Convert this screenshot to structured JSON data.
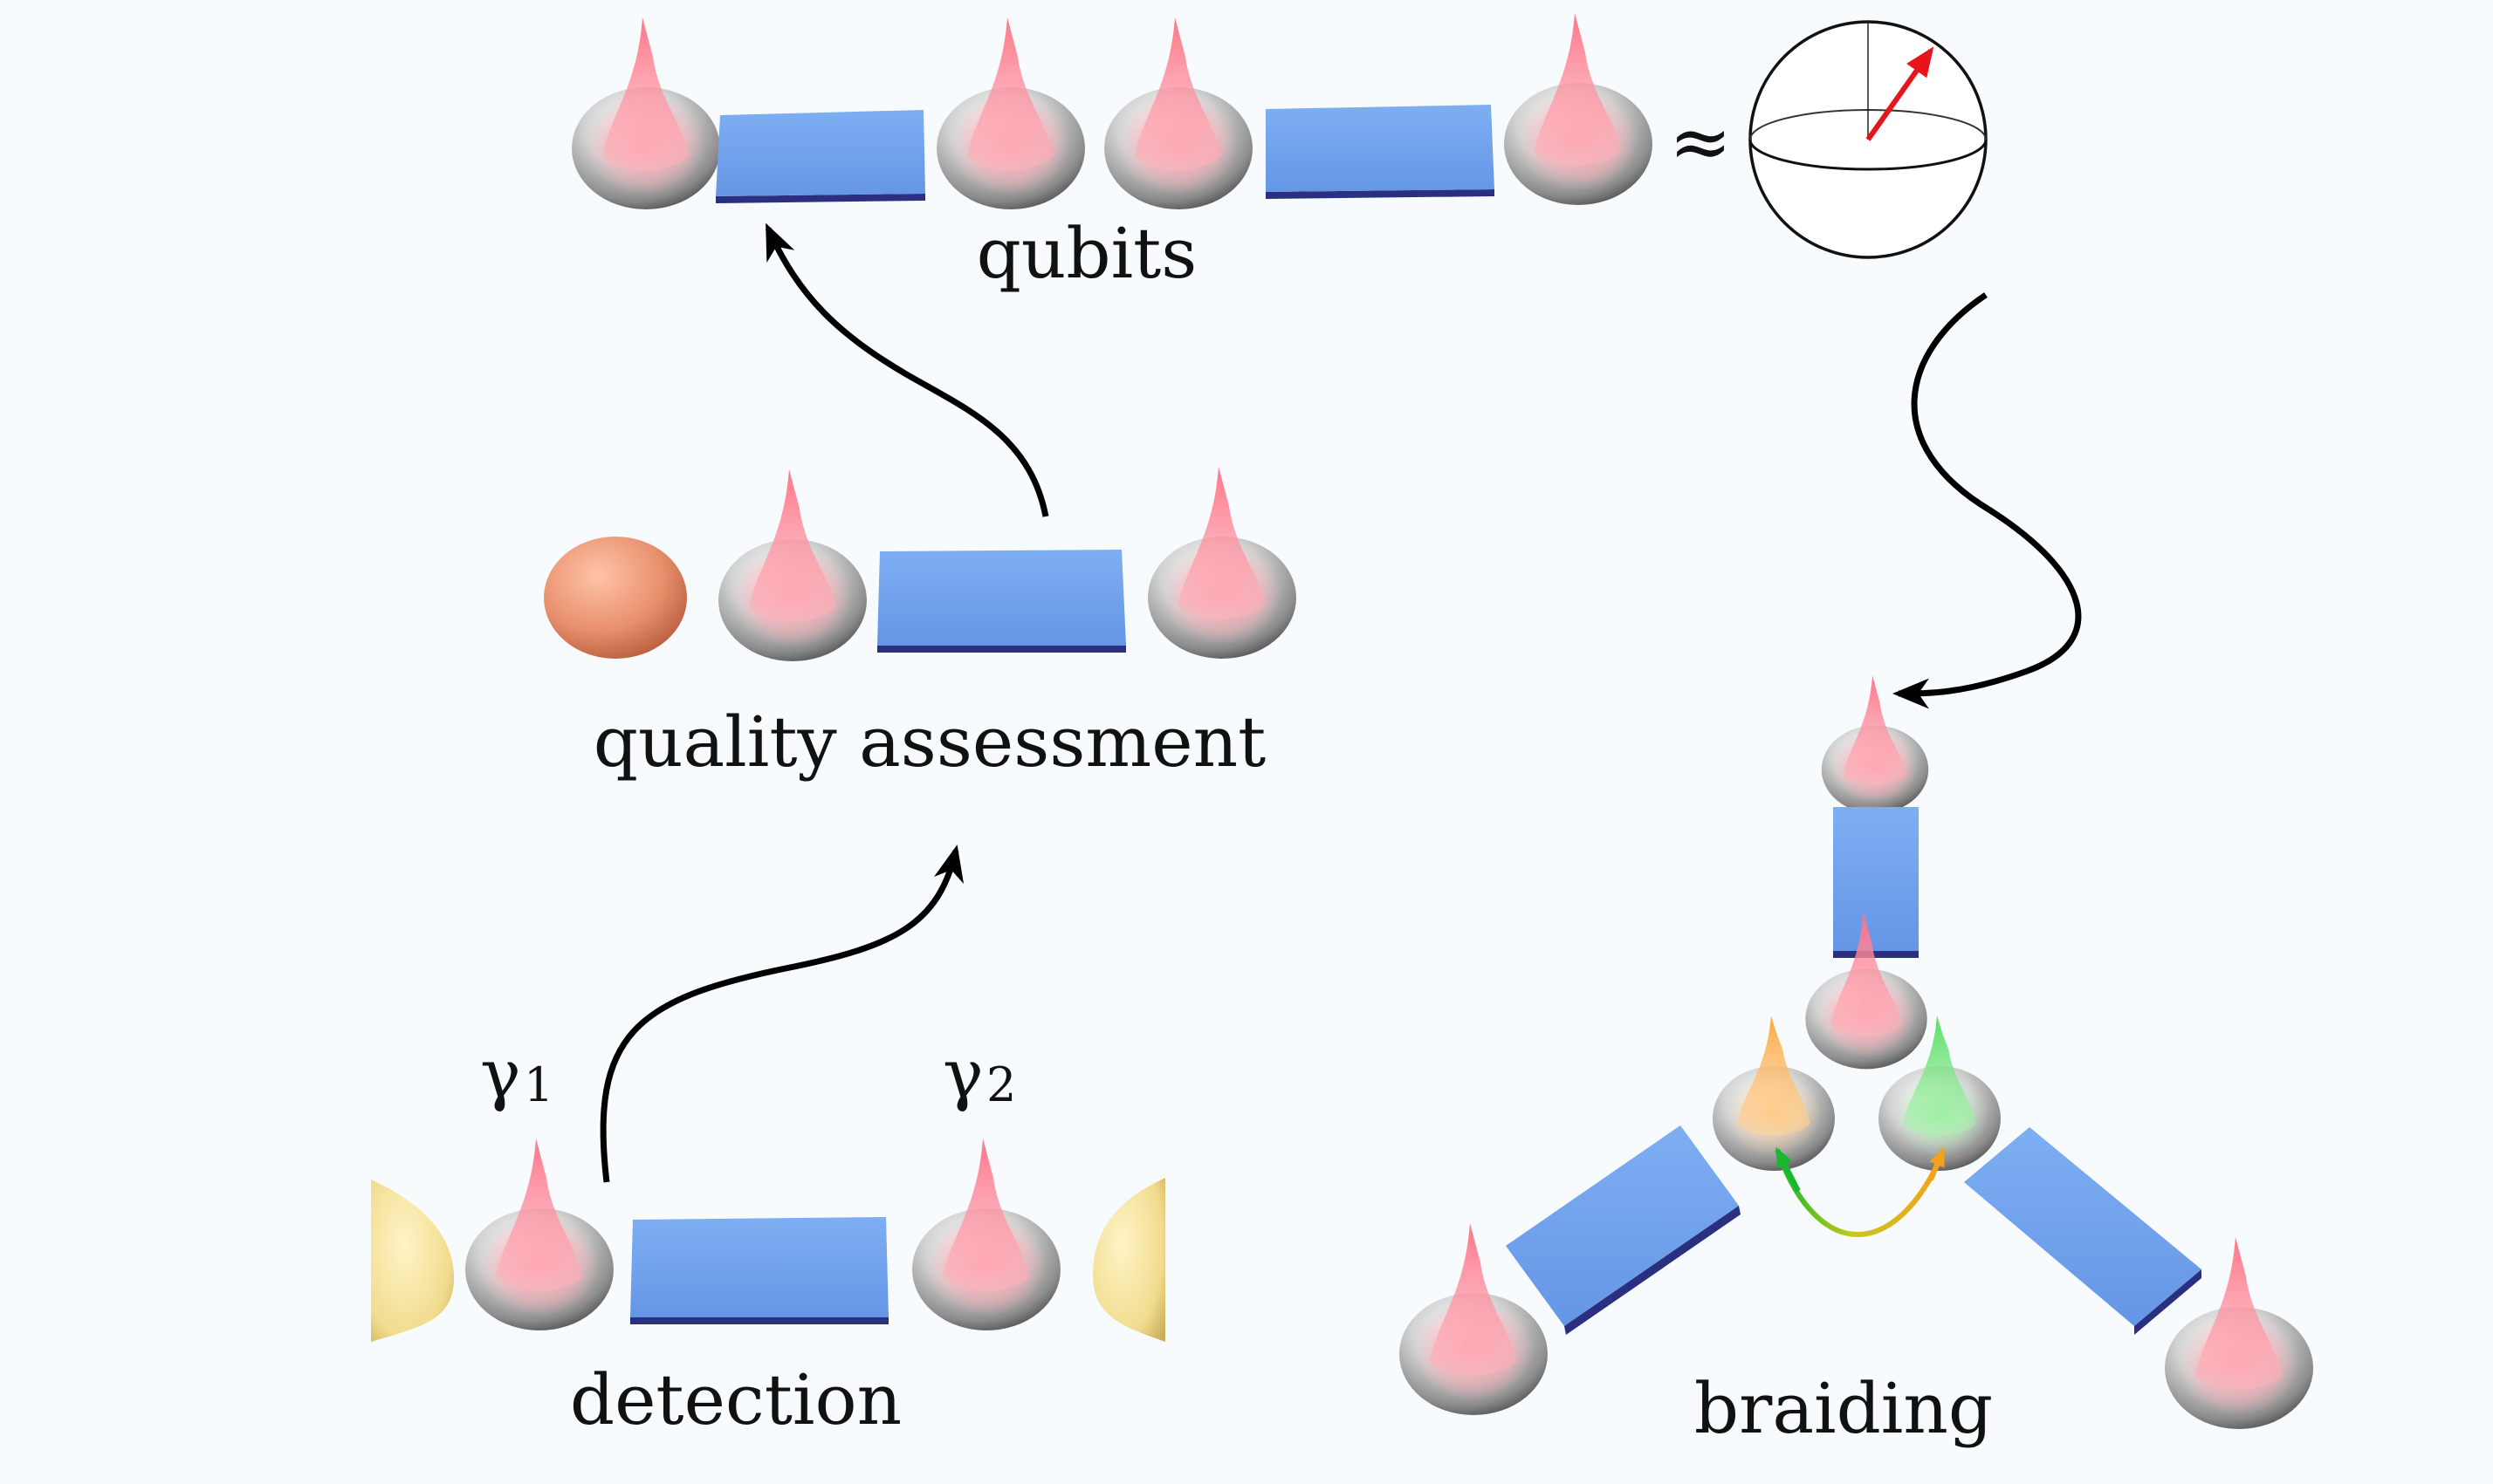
{
  "labels": {
    "qubits": "qubits",
    "quality_assessment": "quality assessment",
    "detection": "detection",
    "braiding": "braiding"
  },
  "symbols": {
    "approx": "≈",
    "gamma1": {
      "base": "γ",
      "sub": "1"
    },
    "gamma2": {
      "base": "γ",
      "sub": "2"
    }
  },
  "colors": {
    "background": "#f7fbfd",
    "wire_blue": "#6fa2ec",
    "wire_edge": "#2a2f80",
    "dot_gray": "#9a9a9a",
    "majorana_peak": "#ff7e8d",
    "orange_peak": "#ffb347",
    "green_peak": "#6ee67a",
    "andreev_dot": "#e8906c",
    "lead_yellow": "#f1dc8e",
    "arrow_black": "#000000",
    "bloch_arrow": "#e8141c"
  },
  "icons": [
    "bloch-sphere-icon",
    "majorana-peak-icon"
  ]
}
